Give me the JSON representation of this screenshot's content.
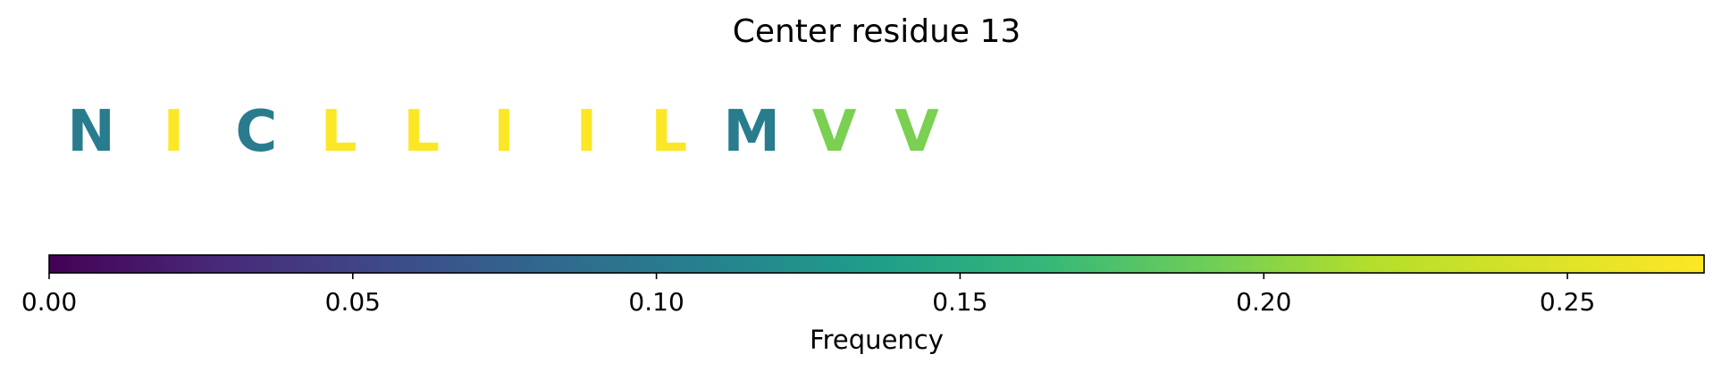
{
  "chart_data": {
    "type": "heatmap",
    "title": "Center residue 13",
    "residues": [
      {
        "letter": "N",
        "frequency": 0.103
      },
      {
        "letter": "I",
        "frequency": 0.271
      },
      {
        "letter": "C",
        "frequency": 0.103
      },
      {
        "letter": "L",
        "frequency": 0.271
      },
      {
        "letter": "L",
        "frequency": 0.271
      },
      {
        "letter": "I",
        "frequency": 0.271
      },
      {
        "letter": "I",
        "frequency": 0.271
      },
      {
        "letter": "L",
        "frequency": 0.271
      },
      {
        "letter": "M",
        "frequency": 0.103
      },
      {
        "letter": "V",
        "frequency": 0.195
      },
      {
        "letter": "V",
        "frequency": 0.195
      }
    ],
    "colorbar": {
      "label": "Frequency",
      "colormap": "viridis",
      "range": [
        0,
        0.2725
      ],
      "ticks": [
        0.0,
        0.05,
        0.1,
        0.15,
        0.2,
        0.25
      ],
      "tick_labels": [
        "0.00",
        "0.05",
        "0.10",
        "0.15",
        "0.20",
        "0.25"
      ],
      "orientation": "horizontal"
    }
  }
}
